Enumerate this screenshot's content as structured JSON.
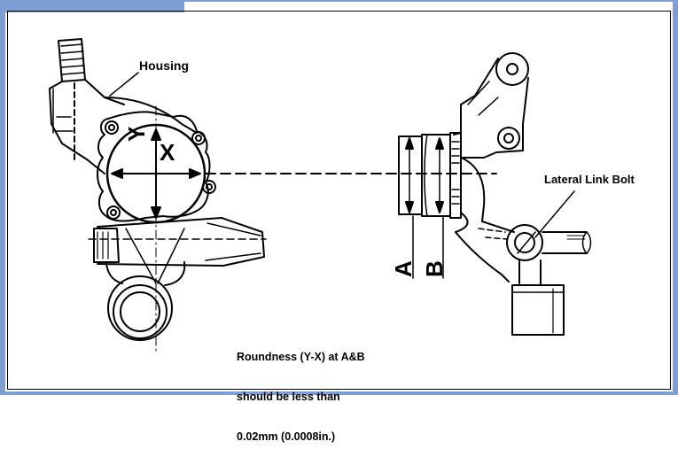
{
  "labels": {
    "housing": "Housing",
    "lateral_link_bolt": "Lateral Link Bolt",
    "x": "X",
    "y": "Y",
    "a": "A",
    "b": "B"
  },
  "note": {
    "line1": "Roundness (Y-X) at A&B",
    "line2": "should be less than",
    "line3": "0.02mm (0.0008in.)"
  },
  "colors": {
    "frame": "#7f9fd4",
    "ink": "#000000"
  }
}
